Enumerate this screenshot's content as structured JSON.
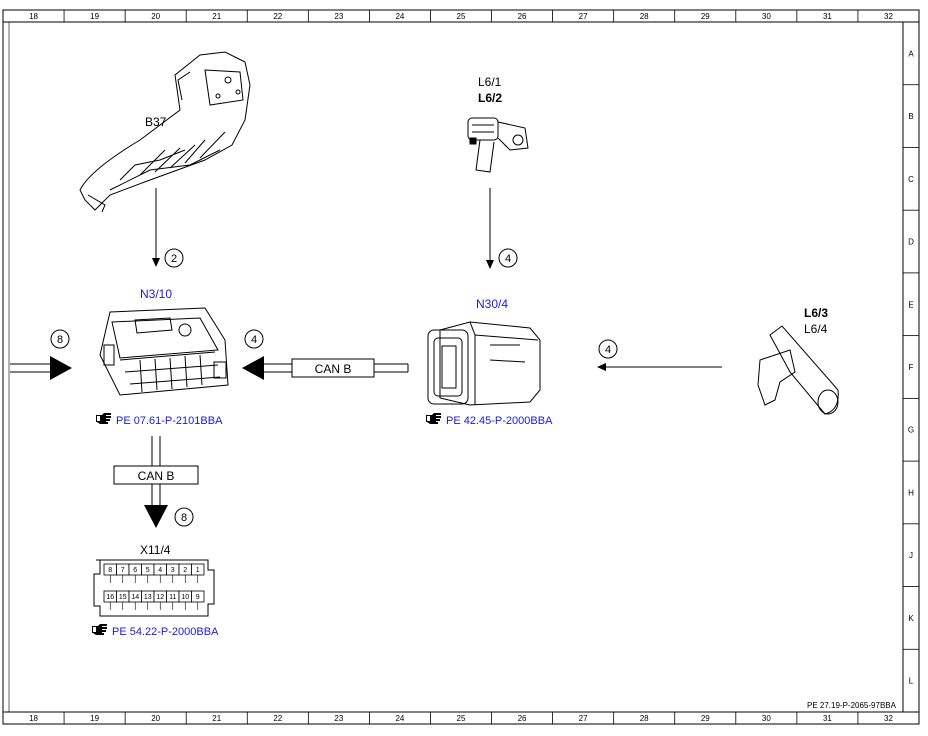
{
  "frame": {
    "columns": [
      "18",
      "19",
      "20",
      "21",
      "22",
      "23",
      "24",
      "25",
      "26",
      "27",
      "28",
      "29",
      "30",
      "31",
      "32"
    ],
    "rows": [
      "A",
      "B",
      "C",
      "D",
      "E",
      "F",
      "G",
      "H",
      "J",
      "K",
      "L"
    ],
    "doc_code": "PE 27.19-P-2065-97BBA"
  },
  "components": {
    "pedal": {
      "label": "B37"
    },
    "sensor_top": {
      "label1": "L6/1",
      "label2": "L6/2"
    },
    "sensor_right": {
      "label1": "L6/3",
      "label2": "L6/4"
    },
    "ecu": {
      "label": "N3/10",
      "ref": "PE 07.61-P-2101BBA"
    },
    "abs_unit": {
      "label": "N30/4",
      "ref": "PE 42.45-P-2000BBA"
    },
    "connector": {
      "label": "X11/4",
      "ref": "PE 54.22-P-2000BBA",
      "top_pins": [
        "8",
        "7",
        "6",
        "5",
        "4",
        "3",
        "2",
        "1"
      ],
      "bottom_pins": [
        "16",
        "15",
        "14",
        "13",
        "12",
        "11",
        "10",
        "9"
      ]
    }
  },
  "signals": {
    "pedal_to_ecu": "2",
    "sensor_to_abs": "4",
    "input_to_ecu": "8",
    "abs_to_ecu": "4",
    "sensor_to_abs_right": "4",
    "ecu_to_connector": "8"
  },
  "buses": {
    "abs_ecu": "CAN B",
    "ecu_connector": "CAN B"
  },
  "icons": {
    "reference": "pointing-hand-icon"
  }
}
